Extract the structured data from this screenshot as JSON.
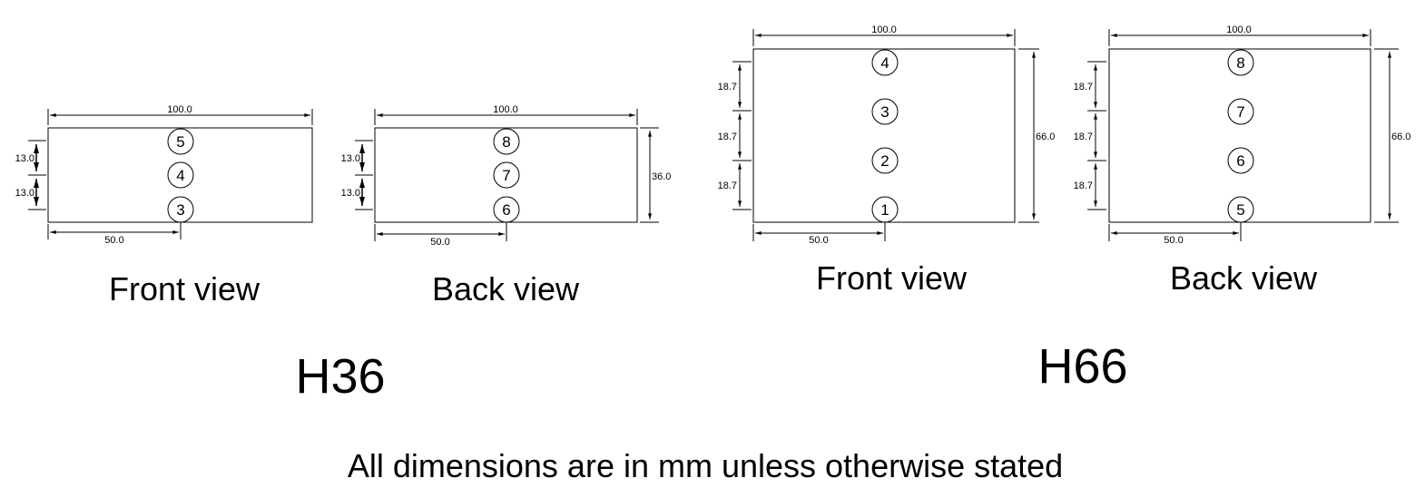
{
  "caption": "All dimensions are in mm unless otherwise stated",
  "units": "mm",
  "models": [
    {
      "name": "H36",
      "width": 100.0,
      "height": 36.0,
      "width_label": "100.0",
      "height_label": "36.0",
      "offset_label": "50.0",
      "views": [
        {
          "label": "Front view",
          "holes": [
            "5",
            "4",
            "3"
          ],
          "spacing_labels": [
            "13.0",
            "13.0"
          ],
          "width_label": "100.0",
          "offset_label": "50.0",
          "show_height": false
        },
        {
          "label": "Back view",
          "holes": [
            "8",
            "7",
            "6"
          ],
          "spacing_labels": [
            "13.0",
            "13.0"
          ],
          "width_label": "100.0",
          "offset_label": "50.0",
          "height_label": "36.0",
          "show_height": true
        }
      ]
    },
    {
      "name": "H66",
      "width": 100.0,
      "height": 66.0,
      "width_label": "100.0",
      "height_label": "66.0",
      "offset_label": "50.0",
      "views": [
        {
          "label": "Front view",
          "holes": [
            "4",
            "3",
            "2",
            "1"
          ],
          "spacing_labels": [
            "18.7",
            "18.7",
            "18.7"
          ],
          "width_label": "100.0",
          "offset_label": "50.0",
          "height_label": "66.0",
          "show_height": true
        },
        {
          "label": "Back view",
          "holes": [
            "8",
            "7",
            "6",
            "5"
          ],
          "spacing_labels": [
            "18.7",
            "18.7",
            "18.7"
          ],
          "width_label": "100.0",
          "offset_label": "50.0",
          "height_label": "66.0",
          "show_height": true
        }
      ]
    }
  ]
}
